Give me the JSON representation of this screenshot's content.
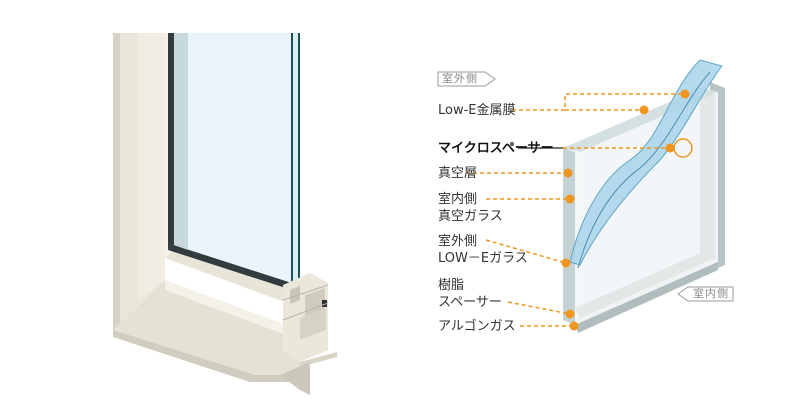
{
  "diagram": {
    "left_figure": {
      "name": "window-frame-corner-cutaway",
      "frame_color": "#ece8dc",
      "glass_color": "#e9f3fb",
      "glass_edge_color": "#1e4f55"
    },
    "right_figure": {
      "name": "vacuum-insulated-glass-cutaway",
      "leader_color": "#f0961e",
      "exterior_tag": "室外側",
      "interior_tag": "室内側"
    },
    "labels": [
      {
        "id": "low-e-metal-film",
        "lines": [
          "Low-E金属膜"
        ]
      },
      {
        "id": "micro-spacer",
        "lines": [
          "マイクロスペーサー"
        ]
      },
      {
        "id": "vacuum-layer",
        "lines": [
          "真空層"
        ]
      },
      {
        "id": "interior-vacuum-glass",
        "lines": [
          "室内側",
          "真空ガラス"
        ]
      },
      {
        "id": "exterior-low-e-glass",
        "lines": [
          "室外側",
          "LOW－Eガラス"
        ]
      },
      {
        "id": "resin-spacer",
        "lines": [
          "樹脂",
          "スペーサー"
        ]
      },
      {
        "id": "argon-gas",
        "lines": [
          "アルゴンガス"
        ]
      }
    ]
  }
}
